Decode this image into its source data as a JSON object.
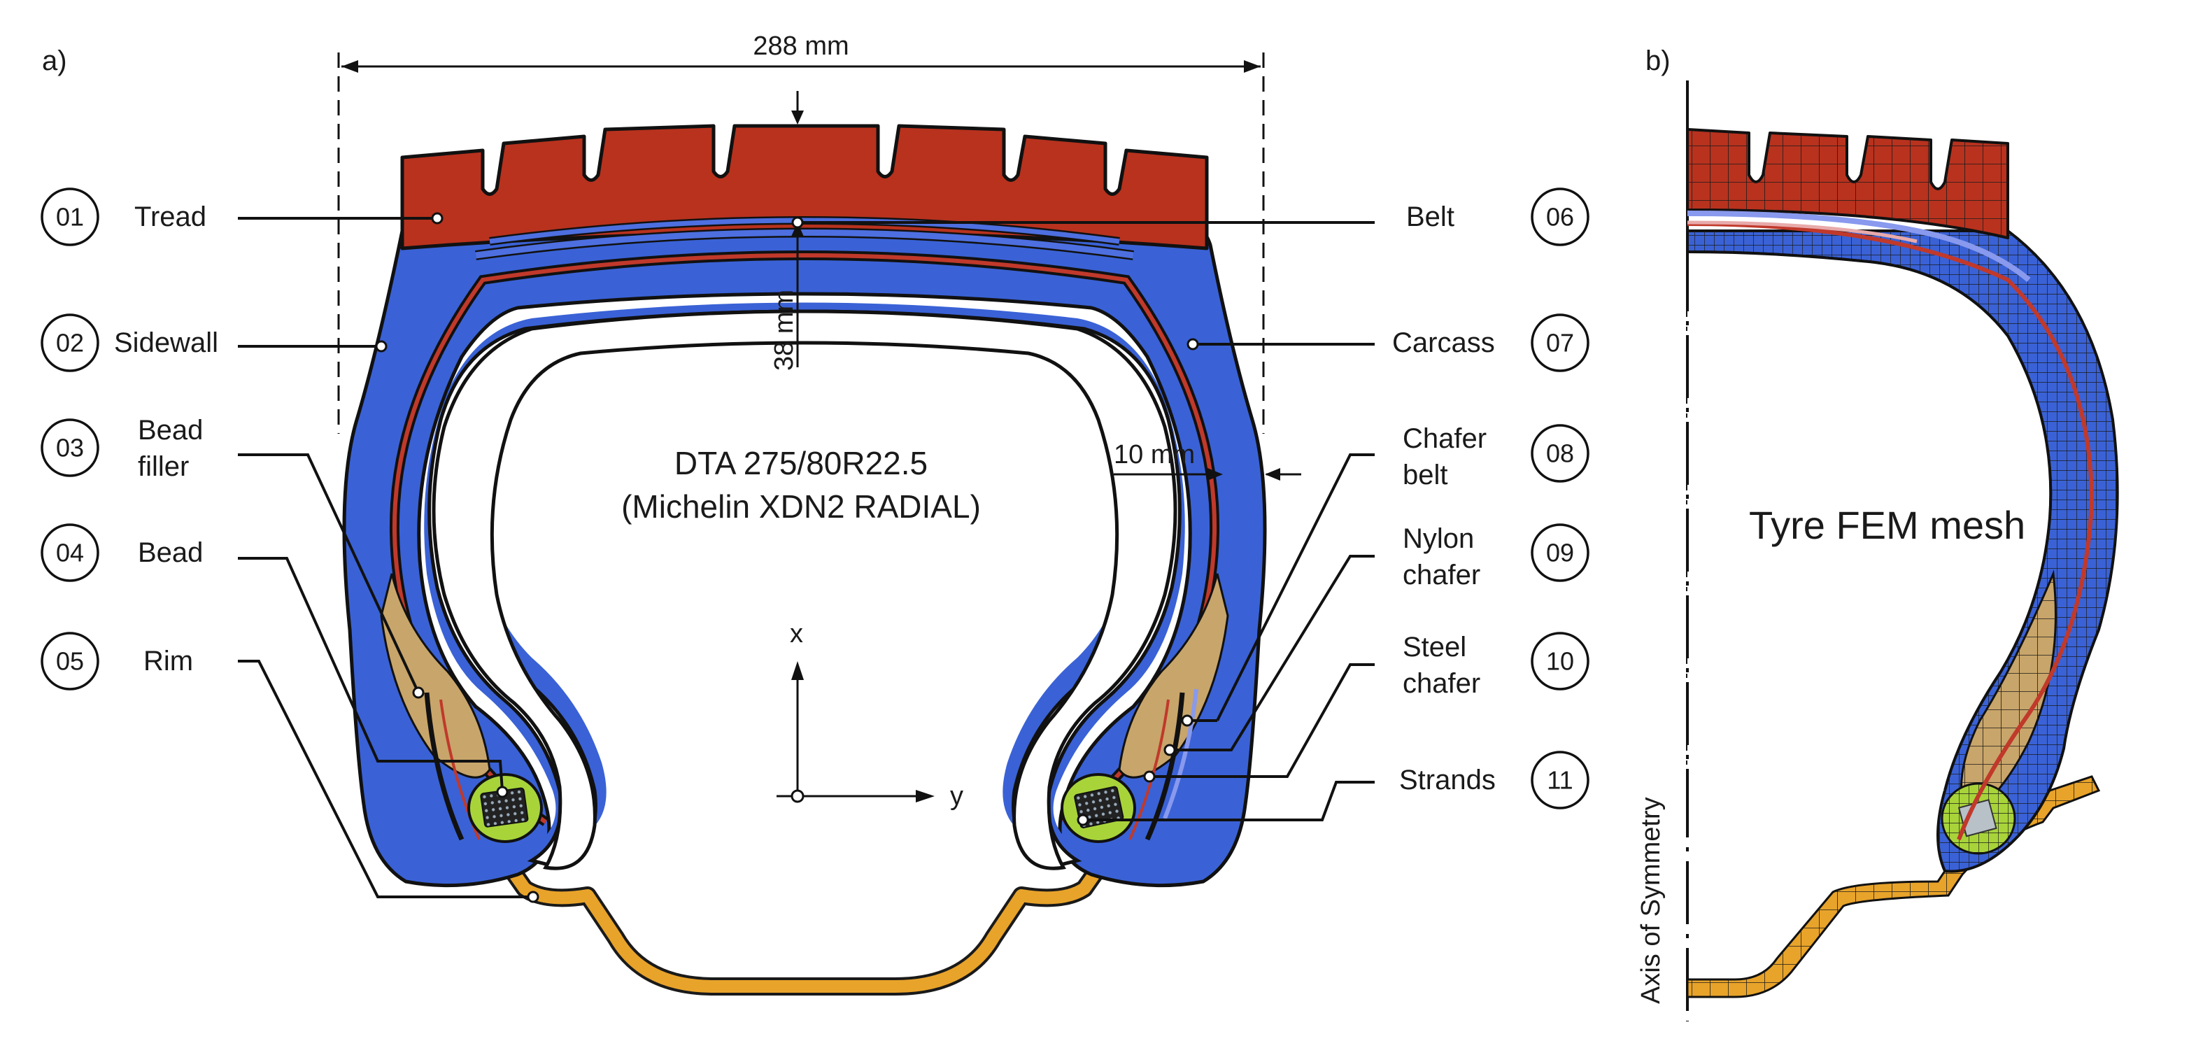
{
  "panel_a": {
    "label": "a)",
    "width_dimension": "288 mm",
    "depth_dimension": "38 mm",
    "wall_dimension": "10 mm",
    "tyre_name": "DTA 275/80R22.5",
    "tyre_model": "(Michelin XDN2 RADIAL)",
    "axis_x": "x",
    "axis_y": "y",
    "callouts_left": [
      {
        "num": "01",
        "lines": [
          "Tread"
        ]
      },
      {
        "num": "02",
        "lines": [
          "Sidewall"
        ]
      },
      {
        "num": "03",
        "lines": [
          "Bead",
          "filler"
        ]
      },
      {
        "num": "04",
        "lines": [
          "Bead"
        ]
      },
      {
        "num": "05",
        "lines": [
          "Rim"
        ]
      }
    ],
    "callouts_right": [
      {
        "num": "06",
        "lines": [
          "Belt"
        ]
      },
      {
        "num": "07",
        "lines": [
          "Carcass"
        ]
      },
      {
        "num": "08",
        "lines": [
          "Chafer",
          "belt"
        ]
      },
      {
        "num": "09",
        "lines": [
          "Nylon",
          "chafer"
        ]
      },
      {
        "num": "10",
        "lines": [
          "Steel",
          "chafer"
        ]
      },
      {
        "num": "11",
        "lines": [
          "Strands"
        ]
      }
    ]
  },
  "panel_b": {
    "label": "b)",
    "title": "Tyre FEM mesh",
    "axis_label": "Axis of Symmetry"
  },
  "colors": {
    "tread": "#b8321e",
    "rubber": "#3a62d6",
    "filler": "#c8a56a",
    "bead": "#a8d43a",
    "rim": "#e8a32a",
    "cord": "#c0392b"
  }
}
